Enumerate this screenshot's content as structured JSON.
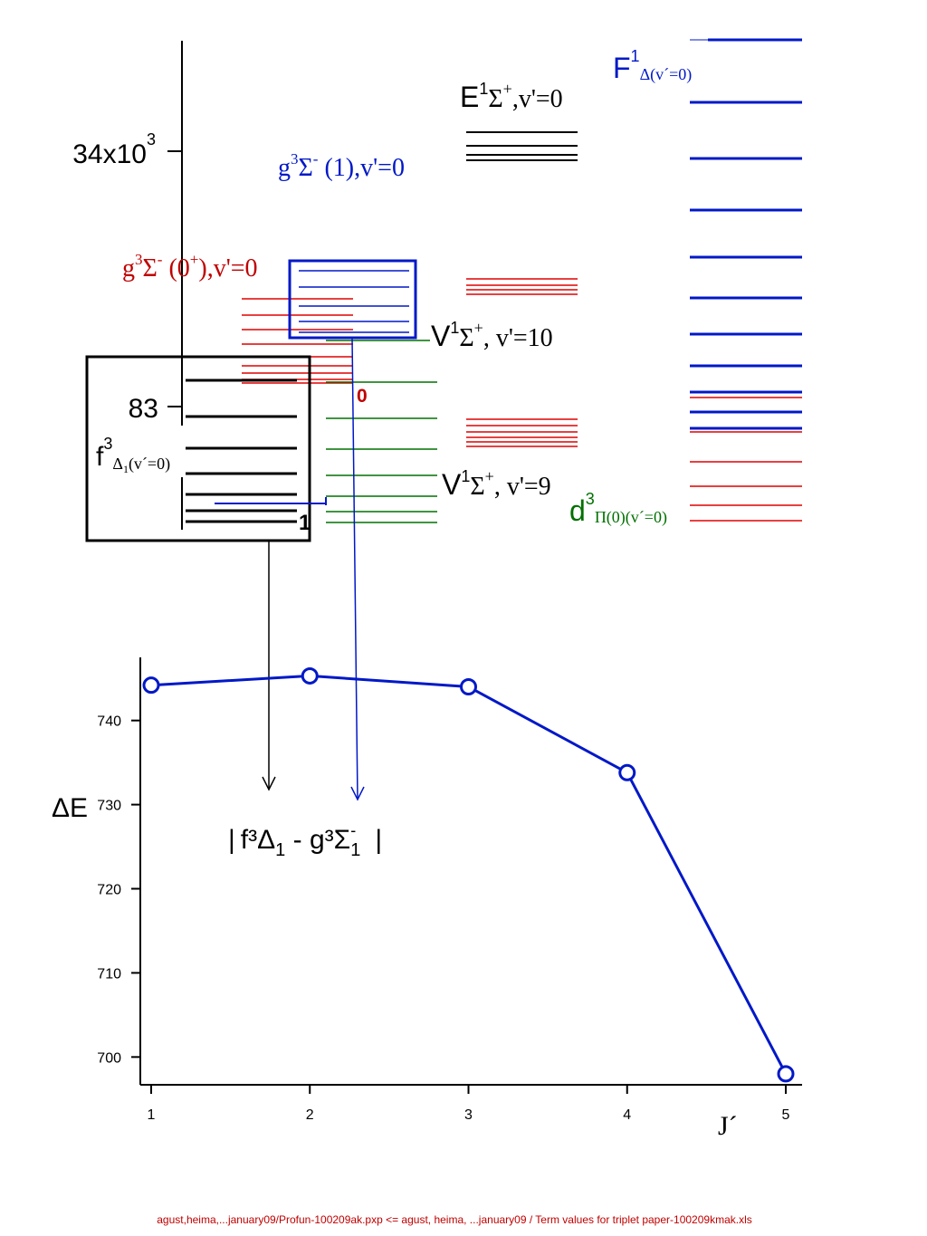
{
  "colors": {
    "black": "#000000",
    "blue": "#0018c8",
    "red": "#e00000",
    "dark_red": "#c00000",
    "green": "#007000"
  },
  "energy_diagram": {
    "axis_tick_top": "34x10",
    "axis_tick_top_exp": "3",
    "axis_tick_lower": "83",
    "label_E": {
      "main": "E",
      "sup": "1",
      "sym": "Σ",
      "sup2": "+",
      "tail": ",v'=0"
    },
    "label_F": {
      "main": "F",
      "sup": "1",
      "sub": "Δ(v´=0)"
    },
    "label_g1": {
      "main": "g",
      "sup": "3",
      "sym": "Σ",
      "sup2": "-",
      "tail": " (1),v'=0"
    },
    "label_g0": {
      "main": "g",
      "sup": "3",
      "sym": "Σ",
      "sup2": "-",
      "mid": " (0",
      "sup3": "+",
      "tail": "),v'=0"
    },
    "label_V10": {
      "main": "V",
      "sup": "1",
      "sym": "Σ",
      "sup2": "+",
      "tail": ", v'=10"
    },
    "label_V9": {
      "main": "V",
      "sup": "1",
      "sym": "Σ",
      "sup2": "+",
      "tail": ", v'=9"
    },
    "label_f": {
      "main": "f",
      "sup": "3",
      "sub": "Δ",
      "subsub": "1",
      "tail": "(v´=0)"
    },
    "label_d": {
      "main": "d",
      "sup": "3",
      "sub": "Π(0)(v´=0)"
    },
    "marker_zero": "0",
    "marker_one": "1"
  },
  "chart_data": {
    "type": "line",
    "x": [
      1,
      2,
      3,
      4,
      5
    ],
    "series": [
      {
        "values": [
          744.2,
          745.3,
          744.0,
          733.8,
          698.0
        ],
        "color": "#0018c8",
        "marker": "circle"
      }
    ],
    "xlabel": "J´",
    "ylabel": "ΔE",
    "xticks": [
      "1",
      "2",
      "3",
      "4",
      "5"
    ],
    "yticks": [
      "700",
      "710",
      "720",
      "730",
      "740"
    ],
    "xlim": [
      1,
      5
    ],
    "ylim": [
      696.7,
      747.5
    ],
    "grid": false,
    "legend": "none",
    "annotation": {
      "bar": "|",
      "t1": "f³Δ",
      "t1sub": "1",
      "dash": " - g³Σ",
      "t2sup": "-",
      "t2sub": "1",
      "bar2": "|"
    }
  },
  "footer": "agust,heima,...january09/Profun-100209ak.pxp    <=    agust, heima, ...january09 / Term values for triplet paper-100209kmak.xls"
}
